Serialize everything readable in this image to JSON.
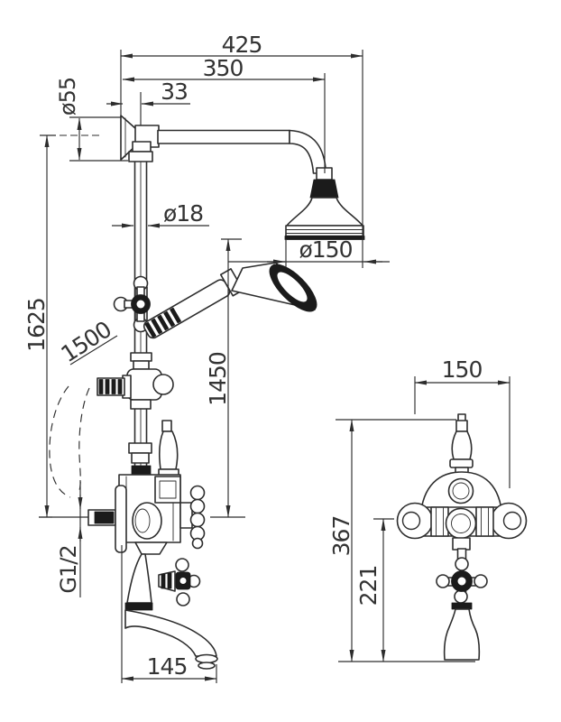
{
  "drawing": {
    "kind": "dimensioned technical line drawing",
    "subject": "traditional shower column with bath spout (side elevation) and thermostatic valve (front elevation)",
    "colors": {
      "line": "#2d2d2d",
      "text": "#333333",
      "background": "#ffffff"
    }
  },
  "labels": {
    "overall_reach": "425",
    "arm_projection": "350",
    "wall_to_rail": "33",
    "flange_diameter": "ø55",
    "rail_diameter": "ø18",
    "rose_diameter": "ø150",
    "column_height": "1625",
    "hose_length": "1500",
    "rose_height": "1450",
    "inlet_thread": "G1/2",
    "spout_reach": "145",
    "valve_width": "150",
    "valve_height": "367",
    "valve_lower_height": "221"
  }
}
